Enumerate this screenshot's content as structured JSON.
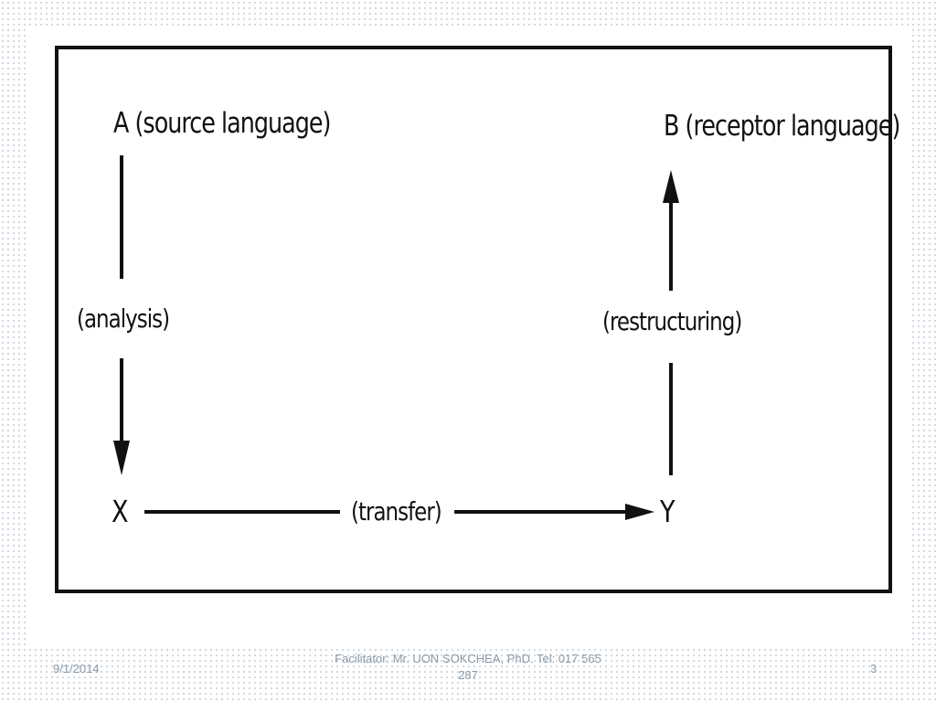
{
  "diagram": {
    "nodes": {
      "a": "A (source language)",
      "b": "B (receptor language)",
      "x": "X",
      "y": "Y"
    },
    "edges": {
      "analysis": "(analysis)",
      "transfer": "(transfer)",
      "restructuring": "(restructuring)"
    }
  },
  "footer": {
    "date": "9/1/2014",
    "facilitator": "Facilitator: Mr. UON SOKCHEA, PhD. Tel: 017 565 287",
    "page_number": "3"
  }
}
